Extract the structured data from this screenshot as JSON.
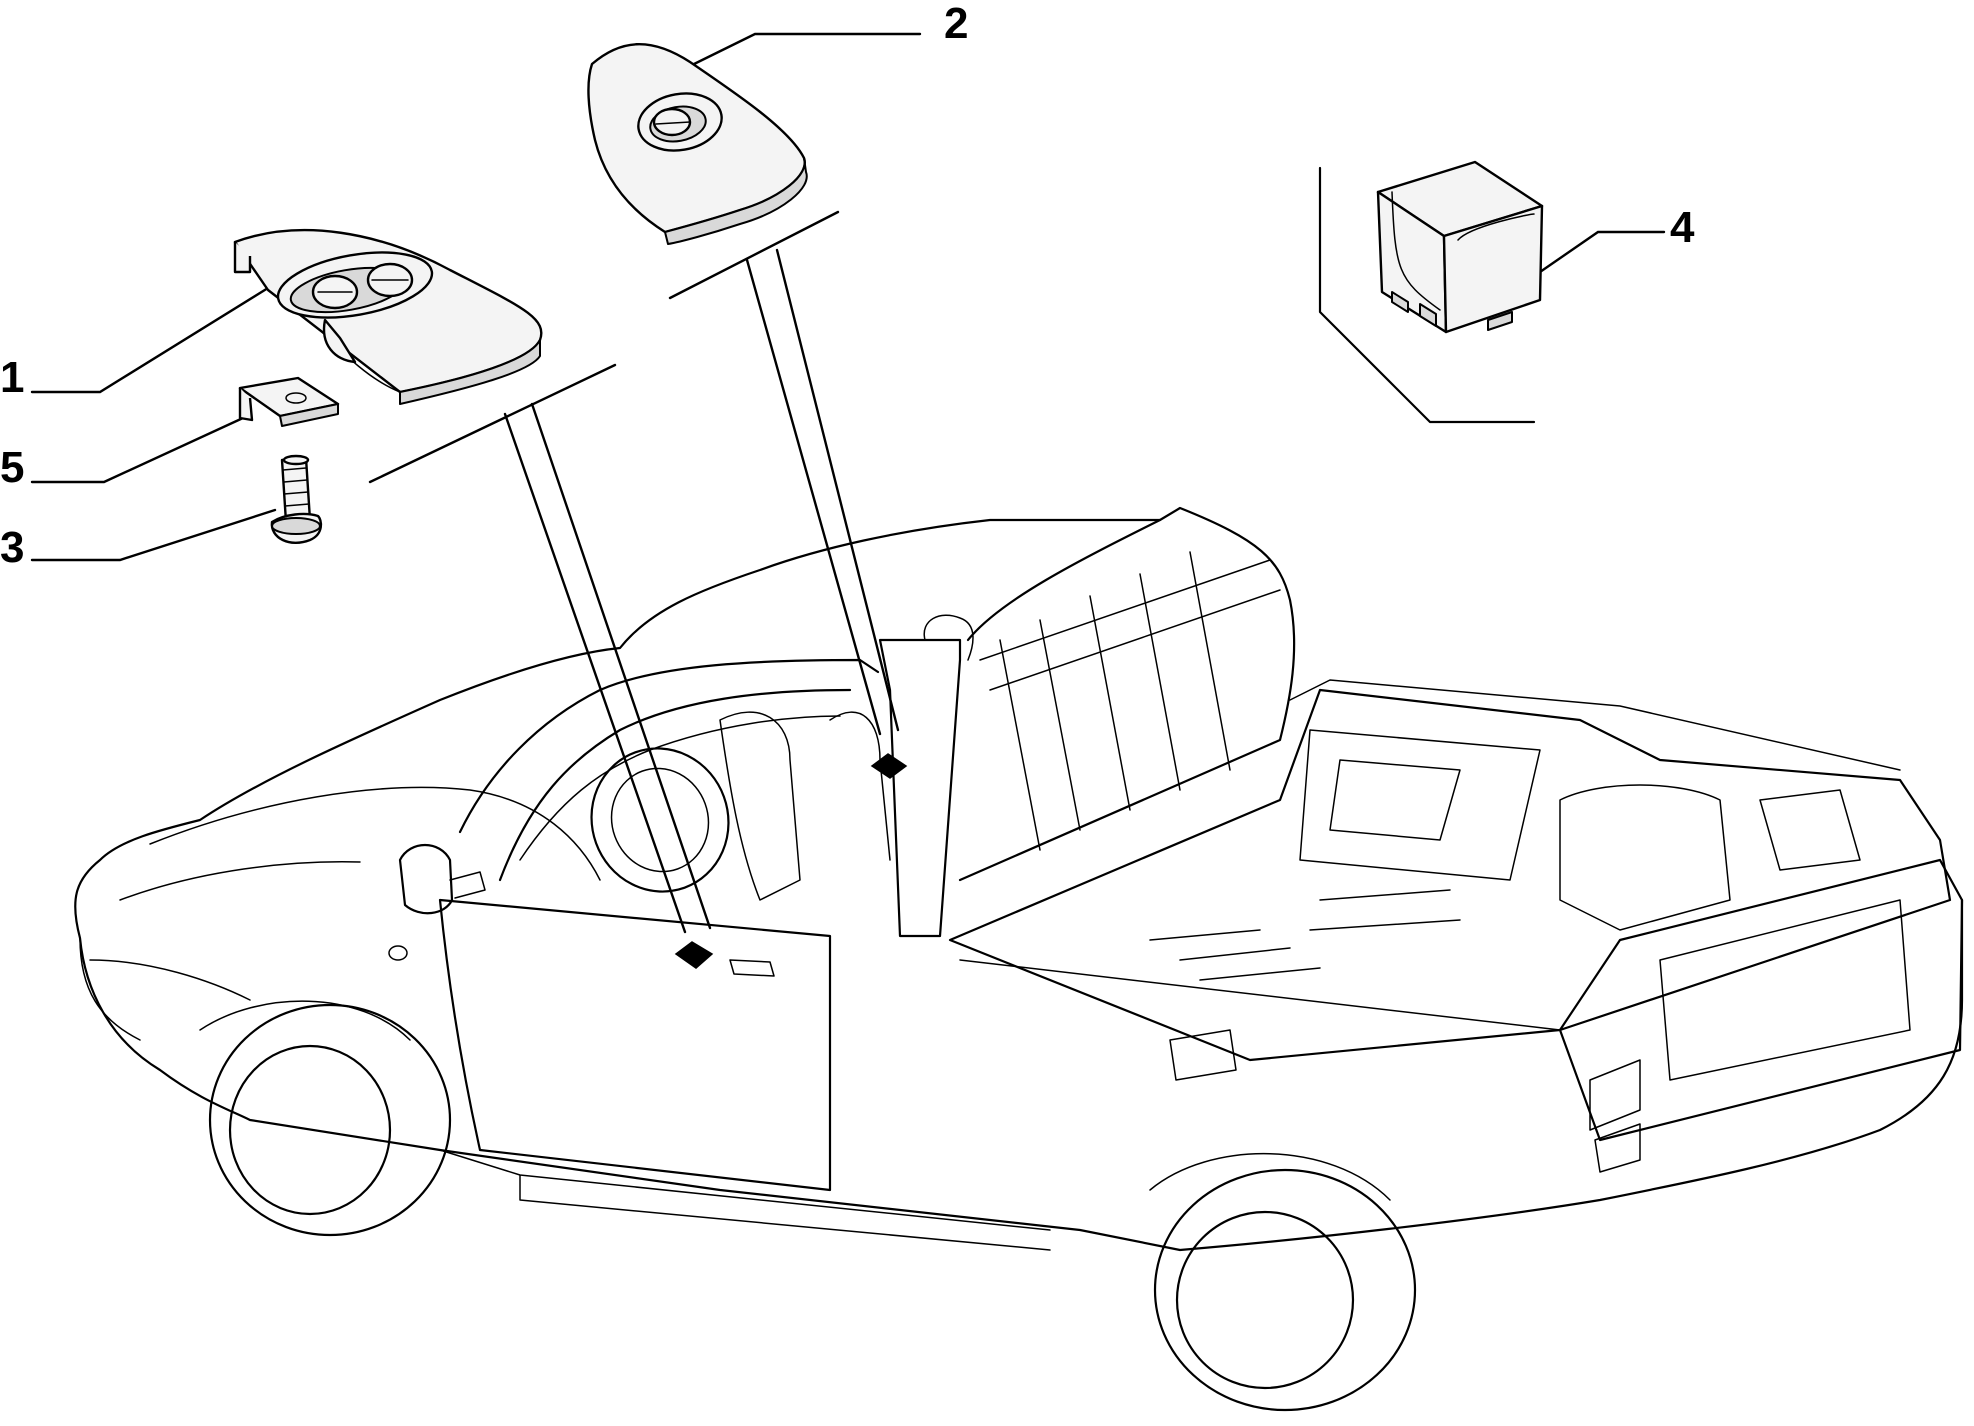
{
  "diagram": {
    "callouts": [
      {
        "id": "1",
        "label": "1"
      },
      {
        "id": "2",
        "label": "2"
      },
      {
        "id": "3",
        "label": "3"
      },
      {
        "id": "4",
        "label": "4"
      },
      {
        "id": "5",
        "label": "5"
      }
    ],
    "colors": {
      "line": "#000000",
      "background": "#ffffff",
      "part_fill": "#f4f4f4"
    }
  }
}
